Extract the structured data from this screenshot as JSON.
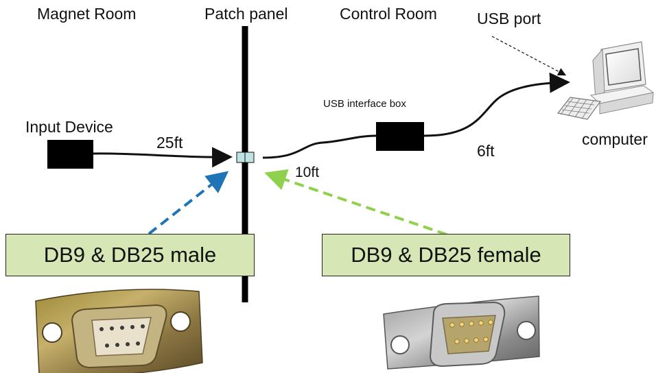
{
  "header": {
    "magnet_room": "Magnet Room",
    "patch_panel": "Patch panel",
    "control_room": "Control Room",
    "usb_port": "USB port"
  },
  "devices": {
    "input_device": "Input Device",
    "usb_interface_box": "USB interface box",
    "computer": "computer"
  },
  "cables": {
    "input_to_panel": "25ft",
    "panel_to_box": "10ft",
    "box_to_computer": "6ft"
  },
  "connectors": {
    "male_label": "DB9 & DB25 male",
    "female_label": "DB9 & DB25 female"
  },
  "colors": {
    "male_arrow": "#1f73b7",
    "female_arrow": "#8fd14f",
    "callout_fill": "#d6e7b5",
    "patch_connector": "#bfe3e3"
  }
}
